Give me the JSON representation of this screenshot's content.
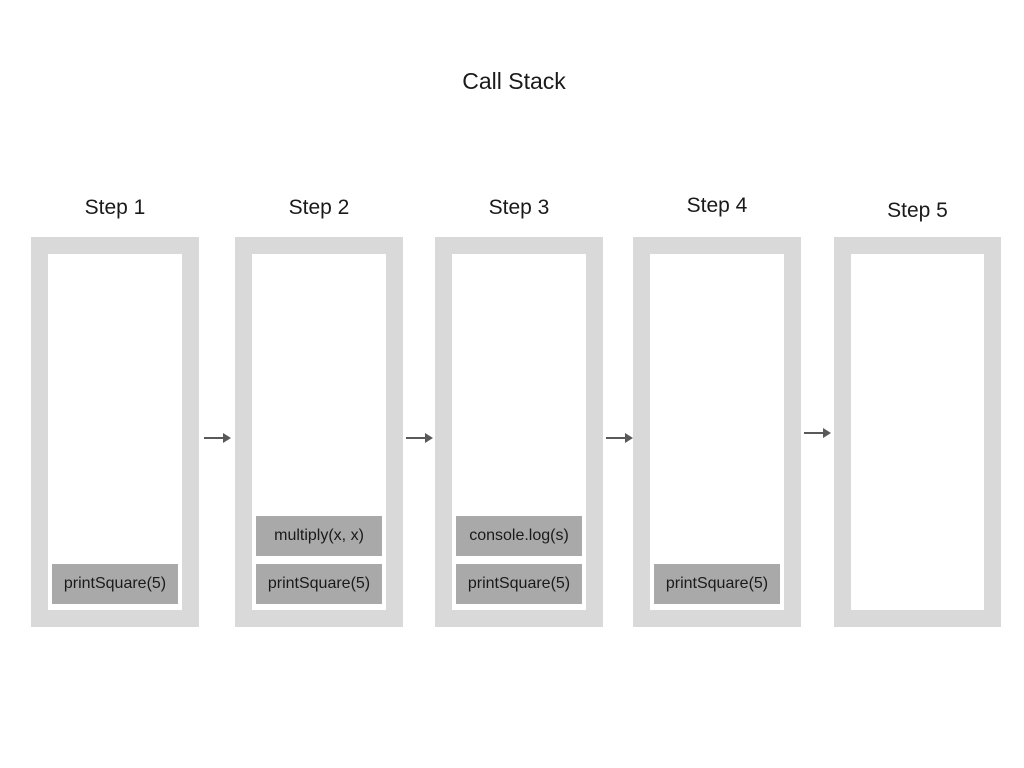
{
  "title": "Call Stack",
  "steps": [
    {
      "label": "Step 1",
      "frames": [
        "printSquare(5)"
      ]
    },
    {
      "label": "Step 2",
      "frames": [
        "multiply(x, x)",
        "printSquare(5)"
      ]
    },
    {
      "label": "Step 3",
      "frames": [
        "console.log(s)",
        "printSquare(5)"
      ]
    },
    {
      "label": "Step 4",
      "frames": [
        "printSquare(5)"
      ]
    },
    {
      "label": "Step 5",
      "frames": []
    }
  ],
  "icons": {
    "step_transition": "right-arrow"
  },
  "colors": {
    "container": "#d9d9d9",
    "inner": "#ffffff",
    "frame": "#a9a9a9",
    "arrow": "#595959",
    "text": "#1a1a1a"
  }
}
